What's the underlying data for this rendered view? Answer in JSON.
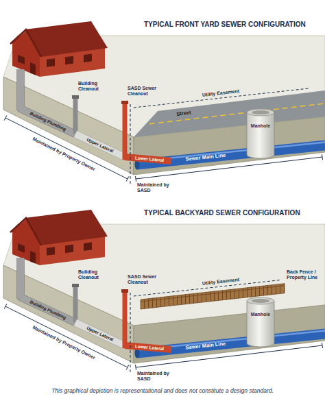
{
  "diagram": {
    "caption": "This graphical depiction is representational and does not constitute a design standard.",
    "labels": [
      "TYPICAL FRONT YARD SEWER CONFIGURATION",
      "Building Cleanout",
      "SASD Sewer Cleanout",
      "Utility Easement",
      "Street",
      "Manhole",
      "Building Plumbing",
      "Upper Lateral",
      "Lower Lateral",
      "Sewer Main Line",
      "Maintained by Property Owner",
      "Maintained by SASD",
      "TYPICAL BACKYARD SEWER CONFIGURATION",
      "Building Cleanout",
      "SASD Sewer Cleanout",
      "Utility Easement",
      "Back Fence / Property Line",
      "Manhole",
      "Building Plumbing",
      "Upper Lateral",
      "Lower Lateral",
      "Sewer Main Line",
      "Maintained by Property Owner",
      "Maintained by SASD"
    ]
  }
}
